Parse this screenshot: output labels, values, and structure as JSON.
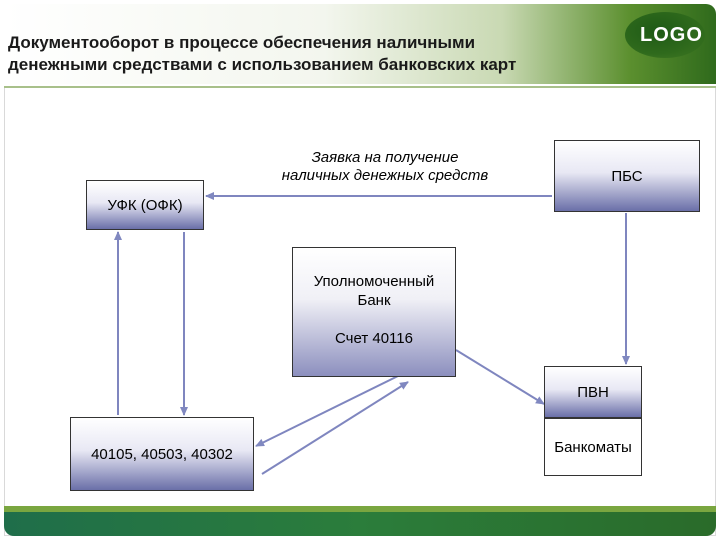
{
  "slide": {
    "title_line1": "Документооборот в процессе обеспечения наличными",
    "title_line2": "денежными средствами с использованием банковских карт",
    "logo": "LOGO"
  },
  "diagram": {
    "ufk": "УФК (ОФК)",
    "pbs": "ПБС",
    "request_line1": "Заявка на получение",
    "request_line2": "наличных денежных средств",
    "bank_line1": "Уполномоченный",
    "bank_line2": "Банк",
    "bank_account": "Счет 40116",
    "pvn": "ПВН",
    "atm": "Банкоматы",
    "accounts": "40105, 40503, 40302"
  },
  "colors": {
    "accent": "#5b8f2e",
    "footer": "#1f6e4a",
    "box_gradient": "#6a6fa8",
    "arrow": "#7f86bf"
  }
}
